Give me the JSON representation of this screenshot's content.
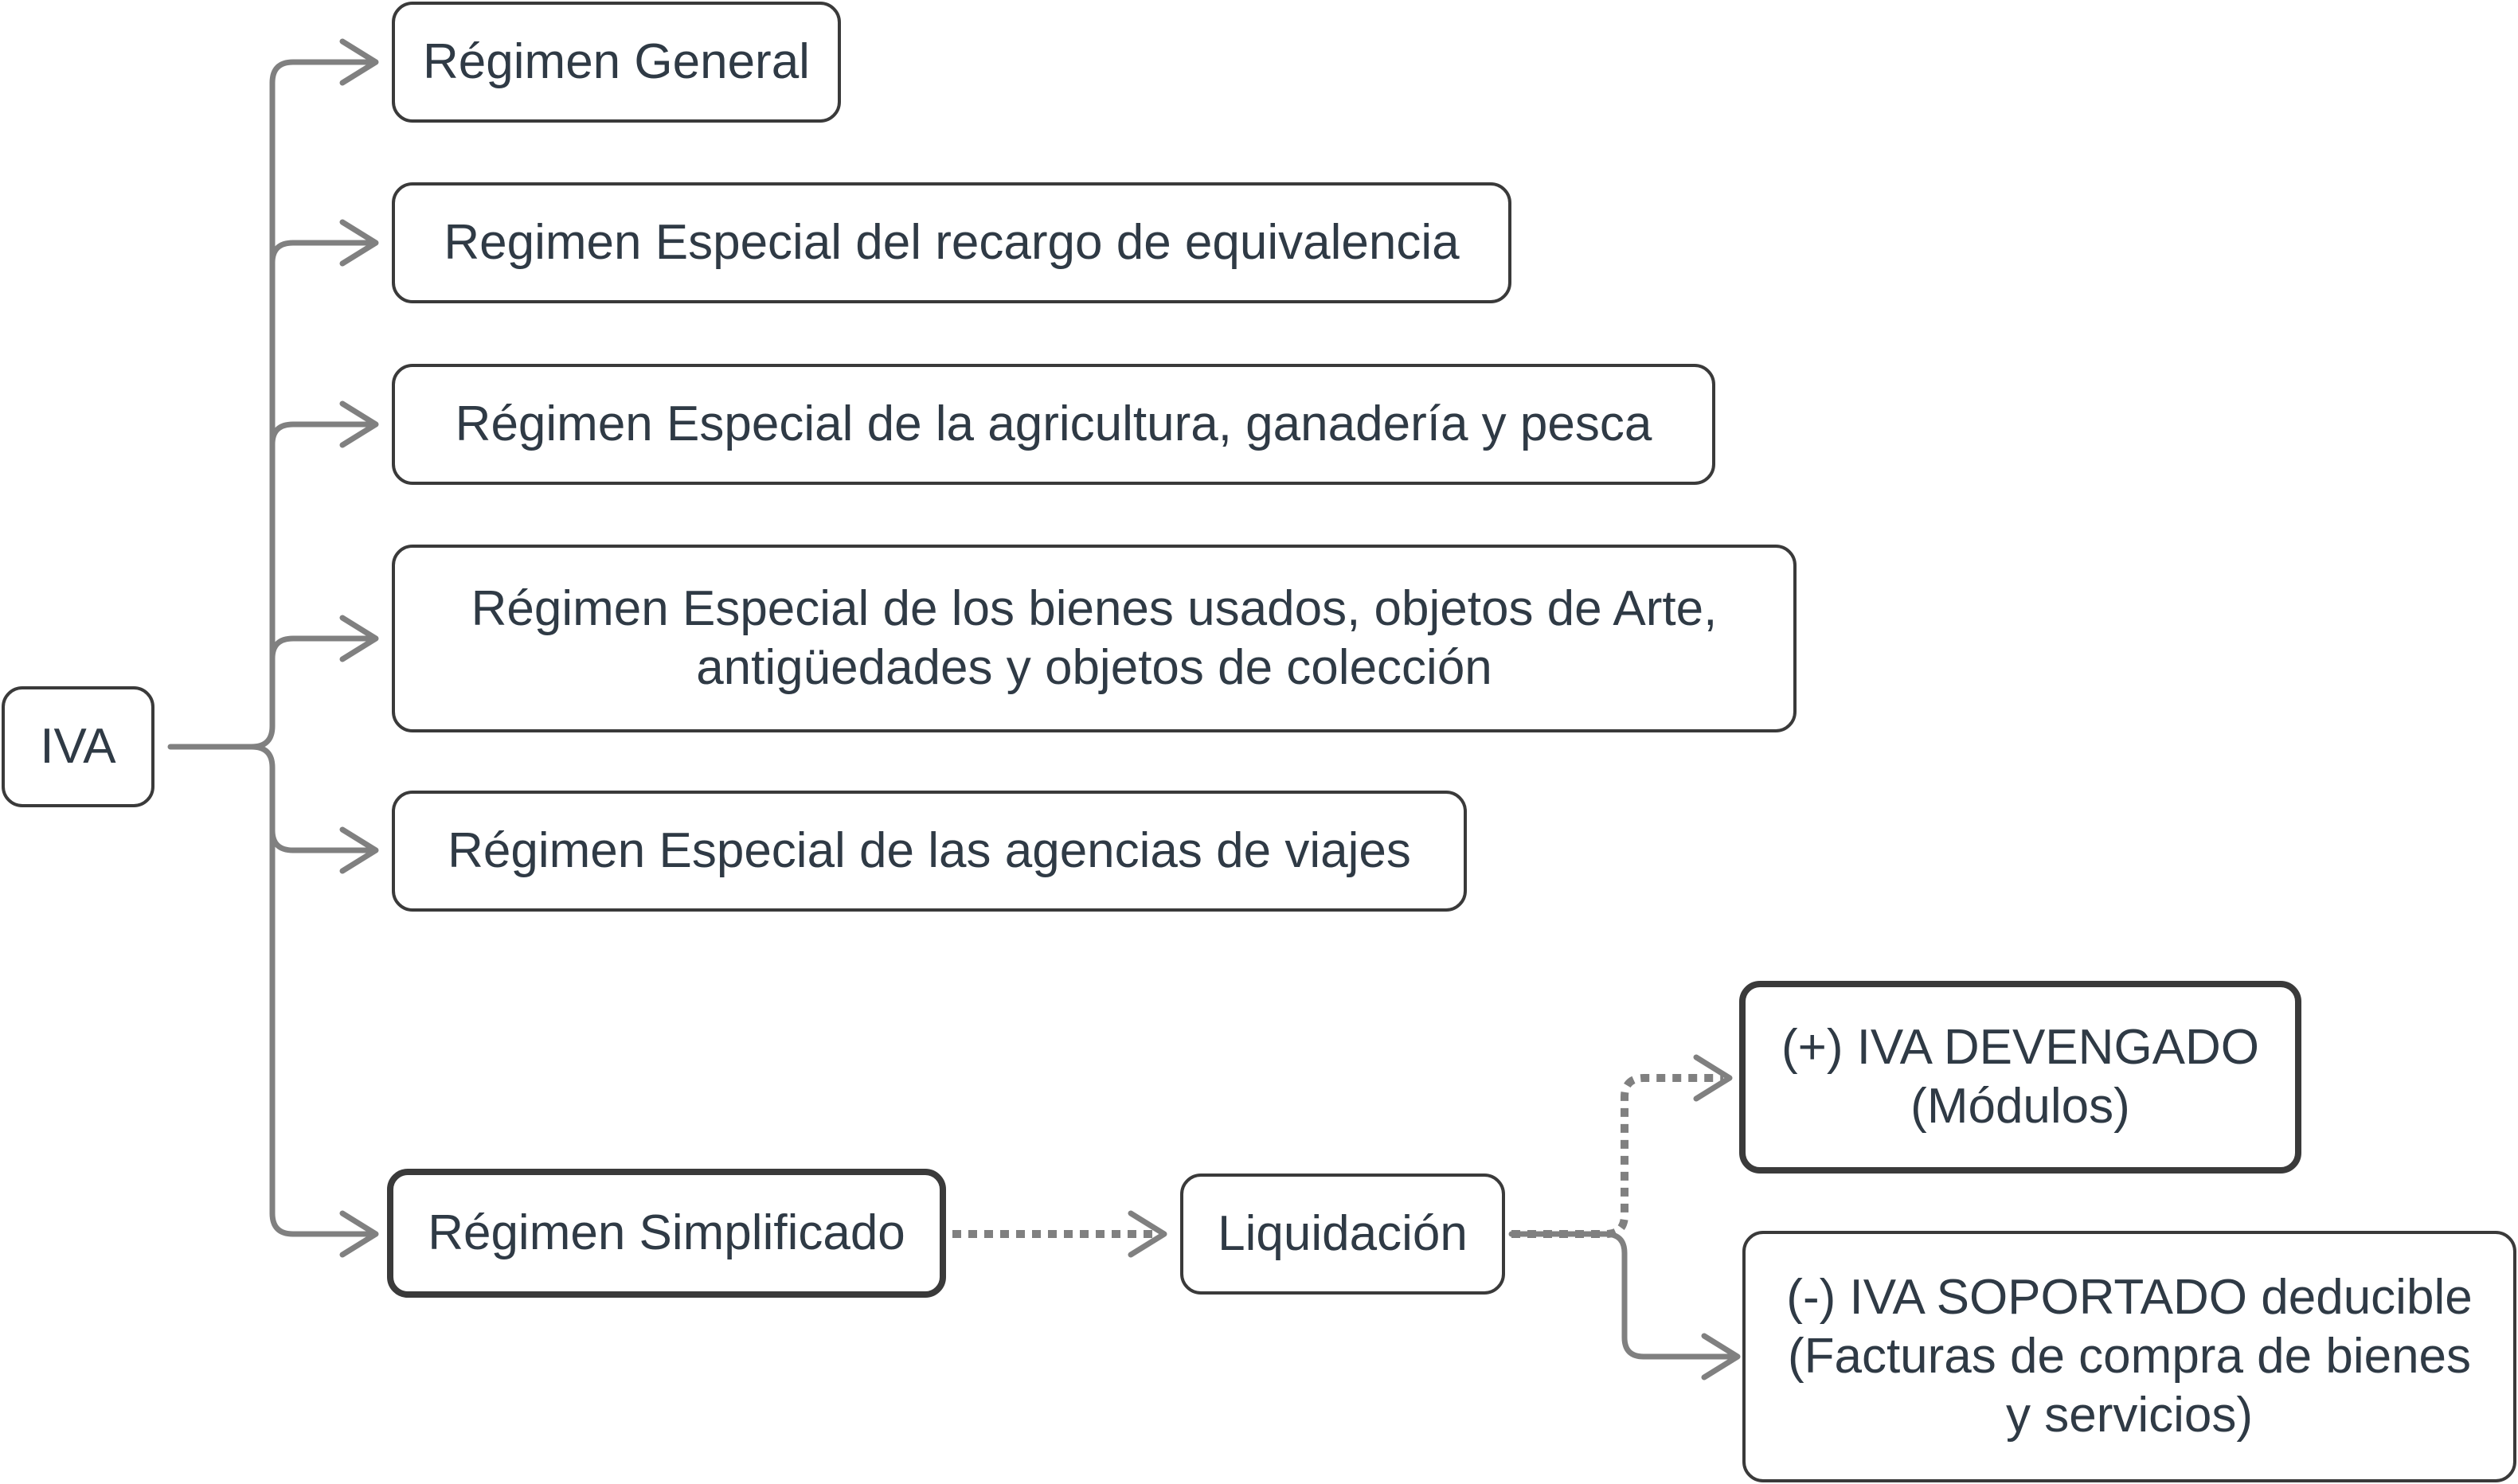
{
  "root": {
    "label": "IVA"
  },
  "branches": [
    {
      "label": "Régimen General"
    },
    {
      "label": "Regimen Especial del recargo de equivalencia"
    },
    {
      "label": "Régimen Especial de la agricultura, ganadería y pesca"
    },
    {
      "label": "Régimen Especial de los bienes usados, objetos de Arte,\nantigüedades y objetos de colección"
    },
    {
      "label": "Régimen Especial de las agencias de viajes"
    },
    {
      "label": "Régimen Simplificado"
    }
  ],
  "liquidacion": {
    "label": "Liquidación"
  },
  "outcomes": [
    {
      "label": "(+) IVA DEVENGADO\n(Módulos)"
    },
    {
      "label": "(-) IVA SOPORTADO deducible\n(Facturas de compra de bienes\ny servicios)"
    }
  ],
  "colors": {
    "connector": "#808080",
    "border": "#3a3a3a",
    "text": "#2f3a45"
  }
}
